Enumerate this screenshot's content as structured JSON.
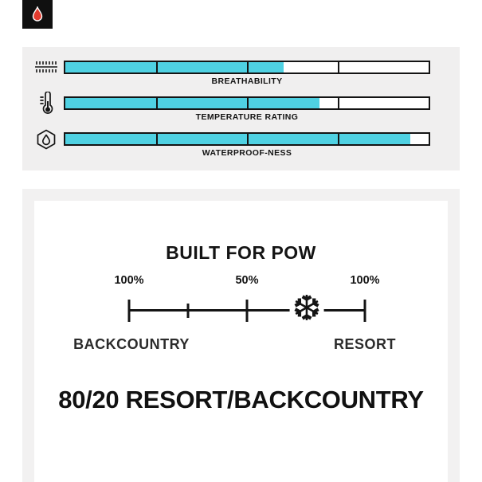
{
  "accent_color": "#4fd1e2",
  "specs": {
    "fill_color": "#4fd1e2",
    "bars": [
      {
        "label": "BREATHABILITY",
        "icon": "breathability-icon",
        "percent": 60
      },
      {
        "label": "TEMPERATURE RATING",
        "icon": "thermometer-icon",
        "percent": 70
      },
      {
        "label": "WATERPROOF-NESS",
        "icon": "waterproof-icon",
        "percent": 95
      }
    ]
  },
  "pow": {
    "title": "BUILT FOR POW",
    "left_percent": "100%",
    "mid_percent": "50%",
    "right_percent": "100%",
    "left_label": "BACKCOUNTRY",
    "right_label": "RESORT",
    "snowflake": "❆",
    "heading": "80/20 RESORT/BACKCOUNTRY"
  },
  "chart_data": [
    {
      "type": "bar",
      "orientation": "horizontal",
      "categories": [
        "BREATHABILITY",
        "TEMPERATURE RATING",
        "WATERPROOF-NESS"
      ],
      "values": [
        60,
        70,
        95
      ],
      "xlim": [
        0,
        100
      ],
      "segments_per_bar": 4,
      "bar_color": "#4fd1e2",
      "title": ""
    },
    {
      "type": "line",
      "title": "BUILT FOR POW",
      "axis": {
        "left_label": "BACKCOUNTRY",
        "right_label": "RESORT",
        "tick_labels": [
          "100%",
          "50%",
          "100%"
        ],
        "tick_positions_pct": [
          0,
          50,
          100
        ]
      },
      "marker": {
        "icon": "snowflake-icon",
        "position_pct": 80
      },
      "caption": "80/20 RESORT/BACKCOUNTRY"
    }
  ]
}
